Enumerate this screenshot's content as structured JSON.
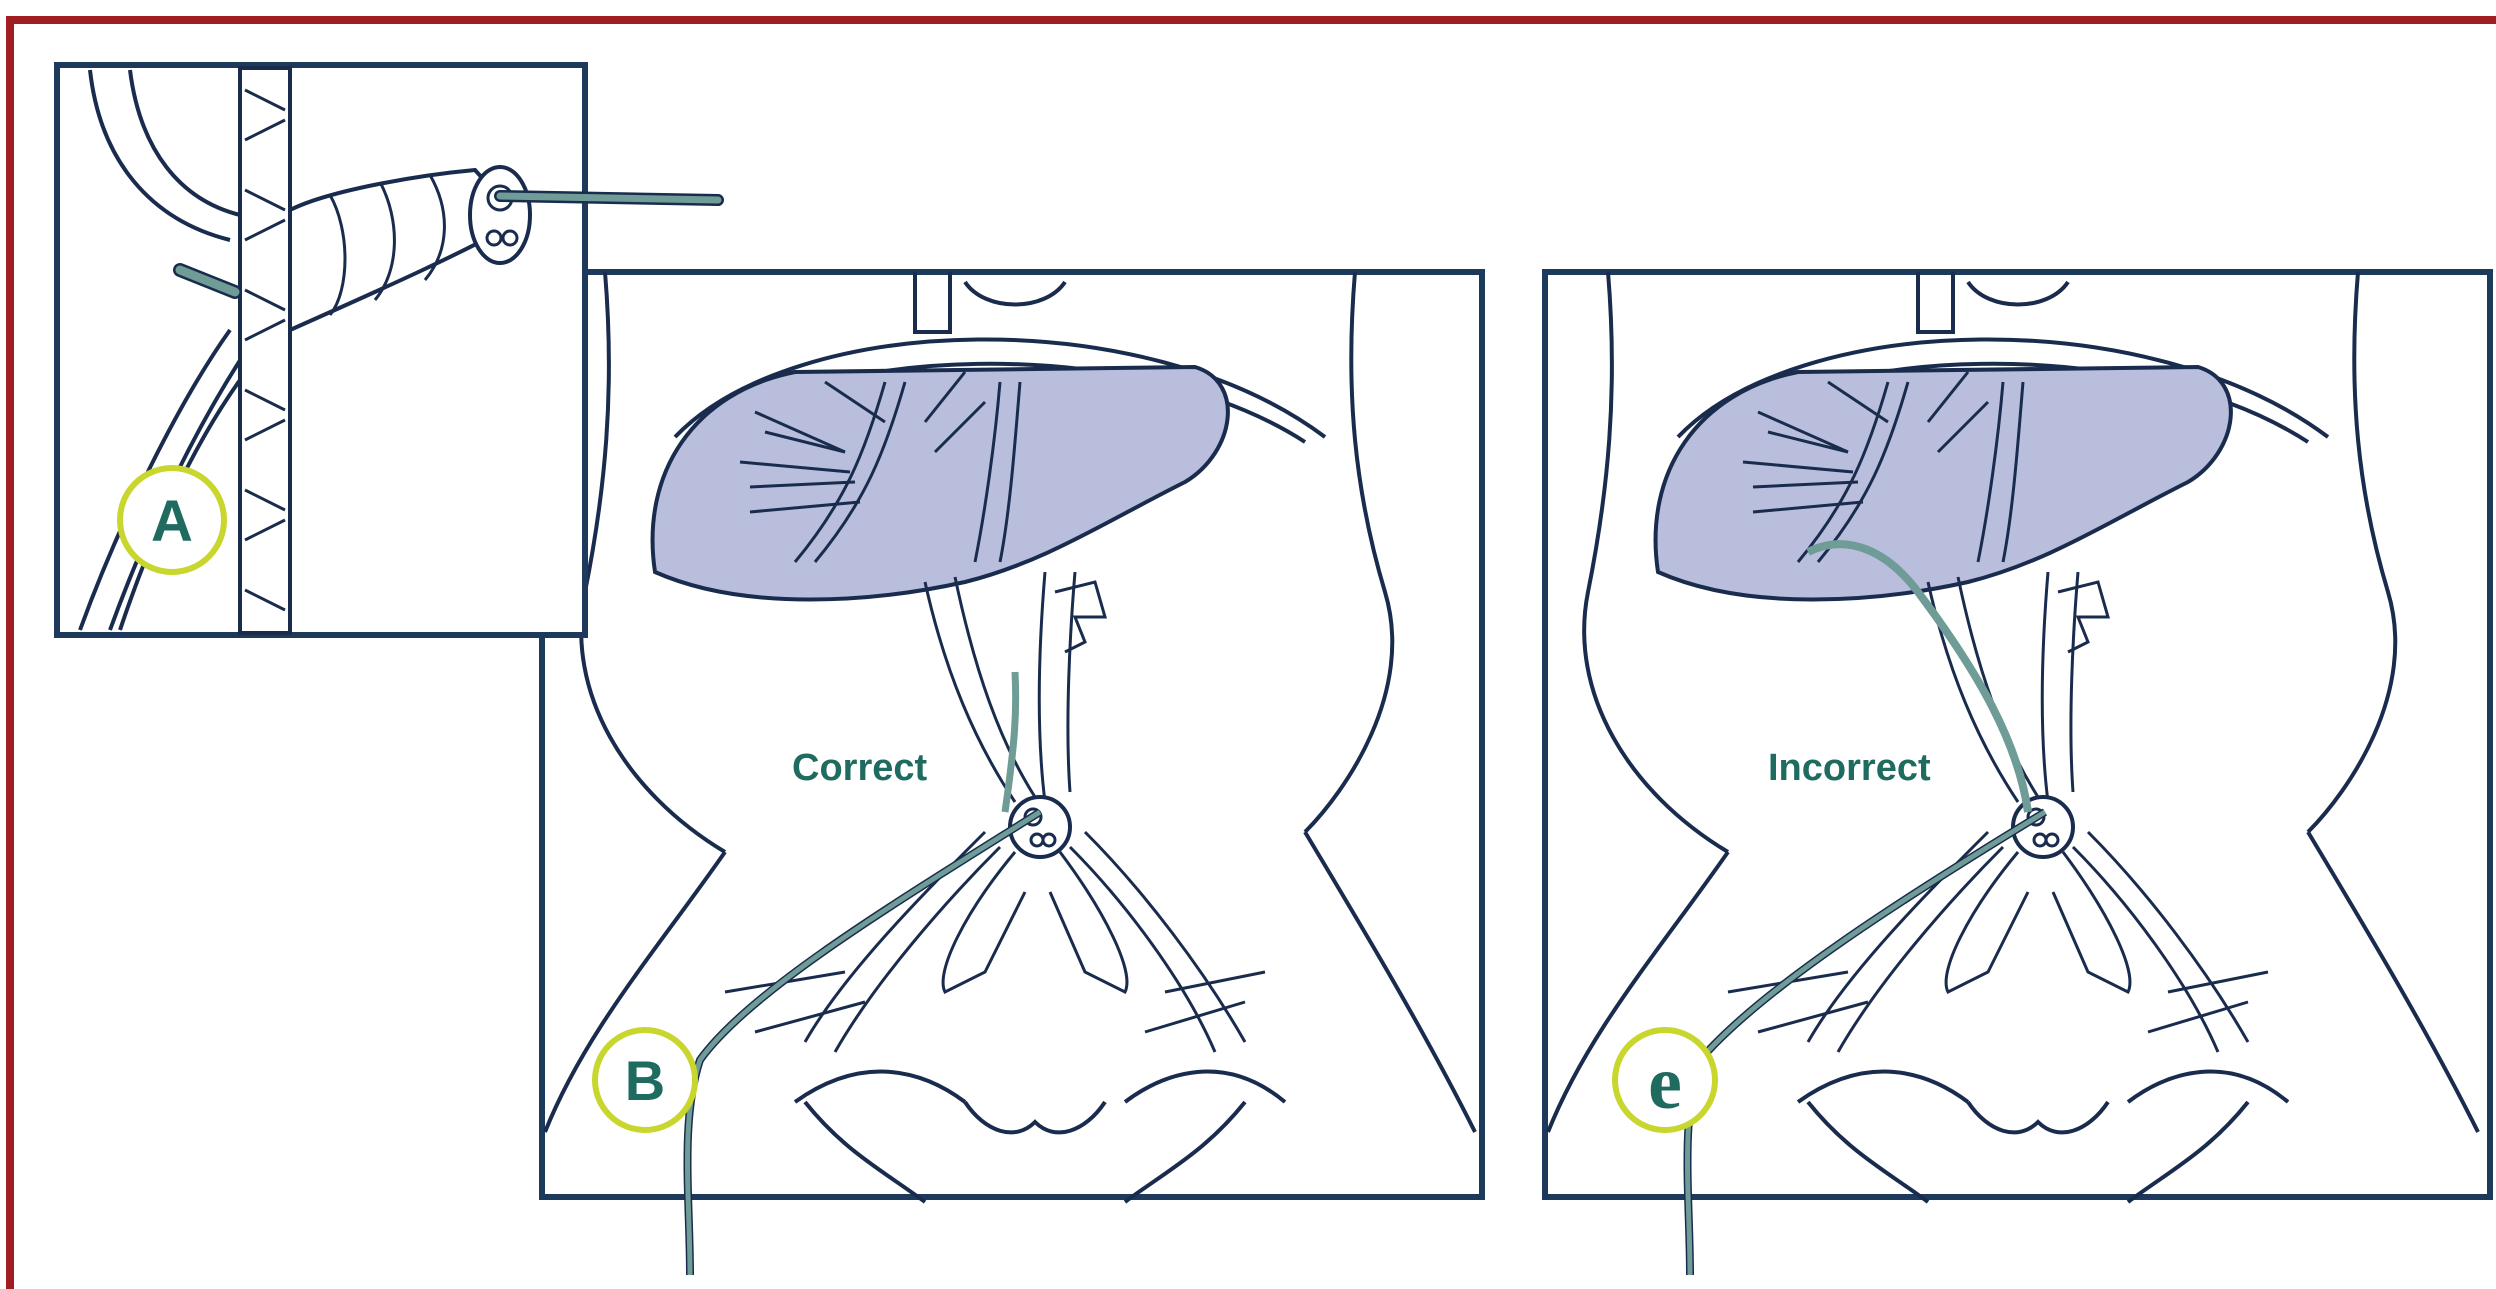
{
  "colors": {
    "frame": "#a01d22",
    "panel_border": "#1d3a5c",
    "outline": "#1a2c4e",
    "liver": "#b9bedd",
    "catheter": "#6f9c96",
    "label_text": "#1f6b5f",
    "badge_ring": "#c8d62d"
  },
  "inset": {
    "badge_letter": "A",
    "icons": [
      "vessel-icon",
      "catheter-icon",
      "catheter-tip-icon"
    ]
  },
  "correct_panel": {
    "label": "Correct",
    "badge_letter": "B"
  },
  "incorrect_panel": {
    "label": "Incorrect",
    "badge_letter": "e"
  }
}
